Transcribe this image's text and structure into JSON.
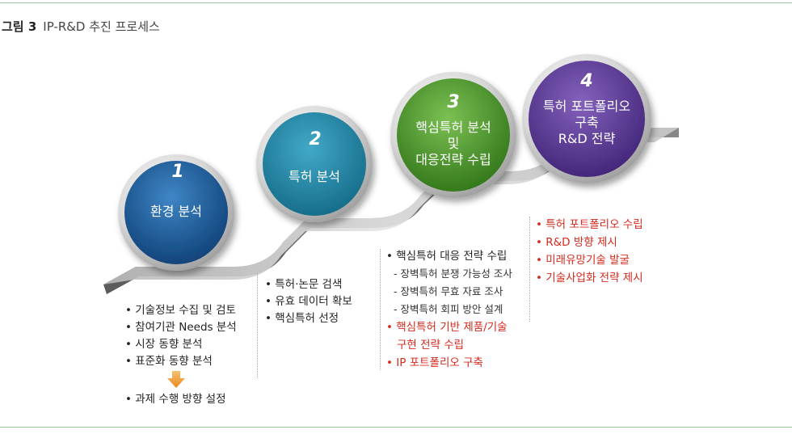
{
  "figure": {
    "number": "그림 3",
    "title": "IP-R&D 추진 프로세스"
  },
  "steps": [
    {
      "number": "1",
      "label_lines": [
        "환경 분석"
      ],
      "color": "#1b5a94"
    },
    {
      "number": "2",
      "label_lines": [
        "특허 분석"
      ],
      "color": "#1f86a6"
    },
    {
      "number": "3",
      "label_lines": [
        "핵심특허 분석",
        "및",
        "대응전략 수립"
      ],
      "color": "#4e9a2d"
    },
    {
      "number": "4",
      "label_lines": [
        "특허 포트폴리오",
        "구축",
        "R&D 전략"
      ],
      "color": "#5a3a96"
    }
  ],
  "col1": {
    "items": [
      "기술정보 수집 및 검토",
      "참여기관 Needs 분석",
      "시장 동향 분석",
      "표준화 동향 분석"
    ],
    "after_arrow": "과제 수행 방향 설정"
  },
  "col2": {
    "items": [
      "특허·논문 검색",
      "유효 데이터 확보",
      "핵심특허 선정"
    ]
  },
  "col3": {
    "item": "핵심특허 대응 전략 수립",
    "subs": [
      "장벽특허 분쟁 가능성 조사",
      "장벽특허 무효 자료 조사",
      "장벽특허 회피 방안 설계"
    ],
    "red_items": [
      "핵심특허 기반 제품/기술",
      "구현 전략 수립",
      "IP 포트폴리오 구축"
    ]
  },
  "col4": {
    "red_items": [
      "특허 포트폴리오 수립",
      "R&D 방향 제시",
      "미래유망기술 발굴",
      "기술사업화 전략 제시"
    ]
  },
  "colors": {
    "accent_red": "#d52b1e",
    "rule_green": "#9cc79a",
    "arrow_orange": "#f0a040"
  }
}
